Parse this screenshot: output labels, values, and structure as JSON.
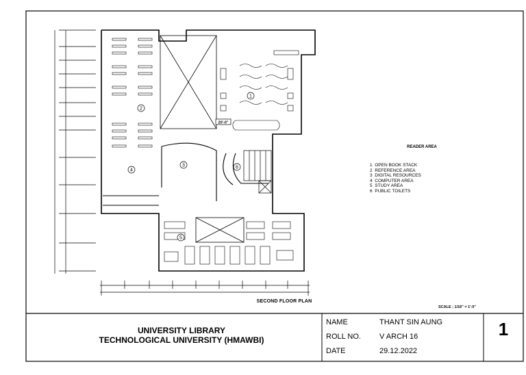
{
  "drawing": {
    "plan_title": "SECOND FLOOR PLAN",
    "scale": "SCALE ; 1/16\" = 1'-0\"",
    "center_dimension": "20'-0\"",
    "zone_numbers": [
      "1",
      "2",
      "3",
      "4",
      "5",
      "6"
    ]
  },
  "legend": {
    "title": "READER AREA",
    "items": [
      {
        "num": "1",
        "label": "OPEN BOOK STACK"
      },
      {
        "num": "2",
        "label": "REFERENCE AREA"
      },
      {
        "num": "3",
        "label": "DIGITAL RESOURCES"
      },
      {
        "num": "4",
        "label": "COMPUTER AREA"
      },
      {
        "num": "5",
        "label": "STUDY AREA"
      },
      {
        "num": "6",
        "label": "PUBLIC TOILETS"
      }
    ]
  },
  "title_block": {
    "project_line1": "UNIVERSITY LIBRARY",
    "project_line2": "TECHNOLOGICAL UNIVERSITY (HMAWBI)",
    "name_label": "NAME",
    "name_value": "THANT SIN AUNG",
    "roll_label": "ROLL NO.",
    "roll_value": "V ARCH 16",
    "date_label": "DATE",
    "date_value": "29.12.2022",
    "sheet_number": "1"
  }
}
